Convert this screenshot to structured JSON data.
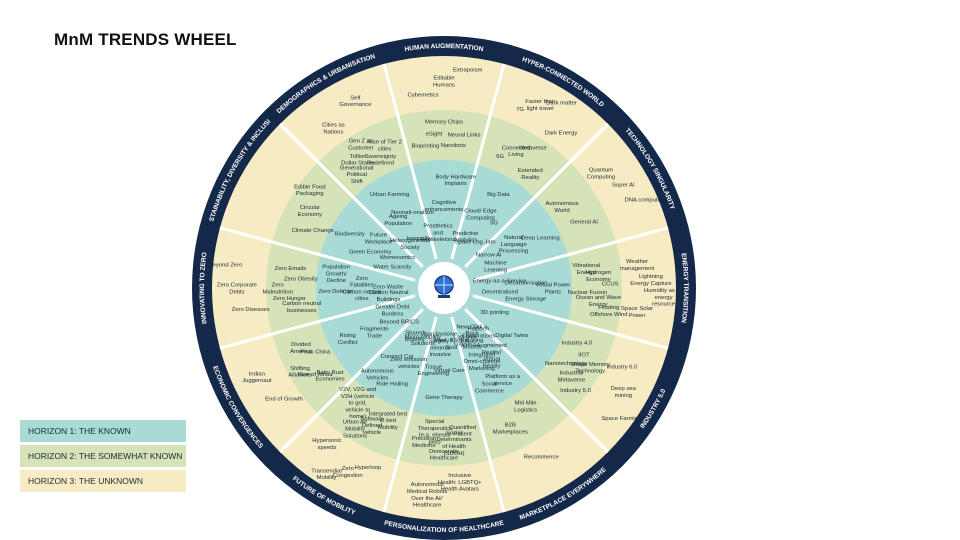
{
  "title": "MnM TRENDS WHEEL",
  "colors": {
    "ring_outer": "#14294a",
    "horizon3": "#f7ebc4",
    "horizon2": "#d6e2b8",
    "horizon1": "#a8dbd6",
    "divider": "#ffffff",
    "text": "#1b2a33"
  },
  "legend": [
    {
      "label": "HORIZON 1: THE KNOWN",
      "color": "#a8dbd6"
    },
    {
      "label": "HORIZON 2: THE SOMEWHAT KNOWN",
      "color": "#d6e2b8"
    },
    {
      "label": "HORIZON 3: THE UNKNOWN",
      "color": "#f7ebc4"
    }
  ],
  "center_icon": "globe-icon",
  "sectors": [
    {
      "name": "HUMAN AUGMENTATION",
      "h3": [
        "Cybernetics",
        "Editable Humans",
        "Extrapoism"
      ],
      "h2": [
        "Bioprinting",
        "eSight",
        "Memory Chips",
        "Nanobots",
        "Neural Links"
      ],
      "h1": [
        "Prosthetics and Exoskeletons",
        "Cognitive enhancements",
        "Body Hardware Implants"
      ]
    },
    {
      "name": "HYPER-CONNECTED WORLD",
      "h3": [
        "7G",
        "Faster than light travel",
        "Dark matter",
        "Dark Energy"
      ],
      "h2": [
        "6G",
        "Connected Living",
        "Metaverse",
        "Extended Reality"
      ],
      "h1": [
        "Predictive Analytics",
        "Cloud/ Edge Computing",
        "Big Data",
        "Space Log Jam",
        "5G"
      ]
    },
    {
      "name": "TECHNOLOGY SINGULARITY",
      "h3": [
        "Quantum Computing",
        "Super AI",
        "DNA computing"
      ],
      "h2": [
        "Autonomous World",
        "General AI"
      ],
      "h1": [
        "Narrow AI",
        "Natural Language Processing",
        "Deep Learning",
        "Machine Learning"
      ]
    },
    {
      "name": "ENERGY TRANSITION",
      "h3": [
        "Weather management",
        "Lightning Energy Capture",
        "Humidity as an energy resource",
        "Space Solar Power"
      ],
      "h2": [
        "Vibrational Energy",
        "Hydrogen Economy",
        "CCUS",
        "Nuclear Fusion",
        "Ocean and Wave Energy",
        "Floating Offshore Wind"
      ],
      "h1": [
        "Energy-as-a-Service",
        "Decarbonisation",
        "Virtual Power Plants",
        "Decentralised",
        "Energy Storage"
      ]
    },
    {
      "name": "INDUSTRY 5.0",
      "h3": [
        "Industry 6.0",
        "Deep sea mining",
        "Space Farming"
      ],
      "h2": [
        "Industry 4.0",
        "IIOT",
        "Shape Memory Technology",
        "Nanotechnology",
        "Industrial Metaverse",
        "Industry 5.0"
      ],
      "h1": [
        "3D printing",
        "Digital Twins"
      ]
    },
    {
      "name": "MARKETPLACE EVERYWHERE",
      "h3": [
        "Recommerce"
      ],
      "h2": [
        "Mid Mile Logistics",
        "B2B Marketplaces"
      ],
      "h1": [
        "Platform Corporations",
        "Augmented Reality/ Virtual Reality",
        "Platform as a service",
        "New Click n Brick Retailing Models",
        "Integrated Omni-channel Marketing",
        "Social Commerce",
        "Last Mile Logistics"
      ]
    },
    {
      "name": "PERSONALIZATION OF HEALTHCARE",
      "h3": [
        "Inclusive Health: LGBTQ+ Health Avatars",
        "Autonomous Medical Robots Over the Air' Healthcare"
      ],
      "h2": [
        "Quantified Patient",
        "Social Determinants of Health (SDOH)",
        "Democratic Healthcare",
        "Special Therapeutics (e.g. obesity pills)",
        "Precision Medicine"
      ],
      "h1": [
        "Mind, Body & Soul",
        "Virtual Care",
        "Gene Therapy",
        "Non Invasive Surgery / minimal invasive",
        "Tissue Engineering"
      ]
    },
    {
      "name": "FUTURE OF MOBILITY",
      "h3": [
        "Hyperloop",
        "Zero Congestion",
        "Transendial Mobility",
        "Hypersonic speeds"
      ],
      "h2": [
        "Integrated bed to bed Mobility",
        "Software Defined vehicle",
        "Urban Air Mobility Solutions",
        "V2V, V2G and V2H (vehicle to grid, vehicle to home)"
      ],
      "h1": [
        "Micro-Mobility Solutions",
        "Zero emission vehicles",
        "Ride Hailing",
        "Shared Mobility",
        "Connect Car",
        "Autonomous Vehicles"
      ]
    },
    {
      "name": "ECONOMIC CONVERGENCES",
      "h3": [
        "End of Growth",
        "Indian Juggernaut"
      ],
      "h2": [
        "Baby Bust Economies",
        "Rise of Africa",
        "Shifting Alliances",
        "Peak China",
        "Divided America"
      ],
      "h1": [
        "Beyond BRICS",
        "Fragmente Trade",
        "Rising Conflict",
        "Greater Debt Burdens"
      ]
    },
    {
      "name": "INNOVATING TO ZERO",
      "h3": [
        "Zero Diseases",
        "Zero Corporate Debts",
        "Beyond Zero"
      ],
      "h2": [
        "Carbon neutral businesses",
        "Zero Hunger",
        "Zero Malnutrition",
        "Zero Obesity",
        "Zero Emails"
      ],
      "h1": [
        "Carbon Neutral Buildings",
        "Carbon neutral cities",
        "Zero Defects",
        "Zero Waste",
        "Zero Fatalities",
        "Population Growth/ Decline"
      ]
    },
    {
      "name": "SUSTAINABILITY, DIVERSITY & INCLUSION",
      "h3": [],
      "h2": [
        "Climate Change",
        "Circular Economy",
        "Edible Food Packaging"
      ],
      "h1": [
        "Water Scarcity",
        "Green Economy",
        "Biodiversity",
        "Womenomics",
        "Future Workplace"
      ]
    },
    {
      "name": "DEMOGRAPHICS & URBANISATION",
      "h3": [
        "Cities as Nations",
        "Self Governance"
      ],
      "h2": [
        "Generational Political Shift",
        "Trillion Dollar States",
        "Gen Z as Customer",
        "Sovereignty Redefined",
        "Rise of Tier 2 cities"
      ],
      "h1": [
        "Heterogeneous Society",
        "Ageing Population",
        "Urban Farming",
        "Inequality",
        "Neonati-onalism"
      ]
    }
  ]
}
